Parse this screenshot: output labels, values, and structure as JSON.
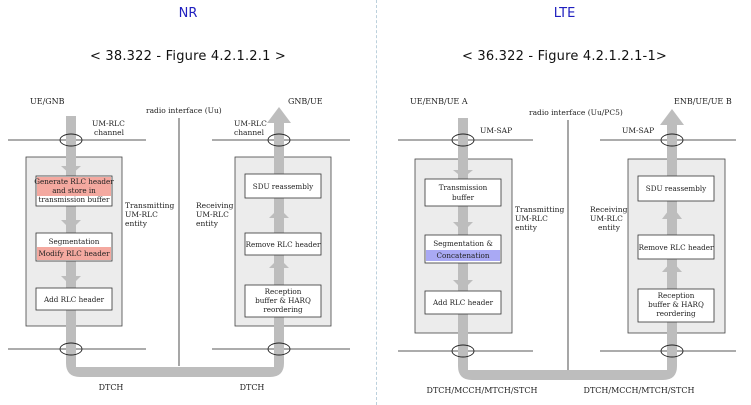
{
  "nr": {
    "heading": "NR",
    "figure_ref": "< 38.322 - Figure 4.2.1.2.1 >",
    "left_node": "UE/GNB",
    "right_node": "GNB/UE",
    "radio_interface": "radio interface (Uu)",
    "left_channel": [
      "UM-RLC",
      "channel"
    ],
    "right_channel": [
      "UM-RLC",
      "channel"
    ],
    "tx_entity": [
      "Transmitting",
      "UM-RLC",
      "entity"
    ],
    "rx_entity": [
      "Receiving",
      "UM-RLC",
      "entity"
    ],
    "tx_boxes": [
      {
        "lines": [
          "Generate RLC header",
          "and store in",
          "transmission buffer"
        ]
      },
      {
        "lines": [
          "Segmentation",
          "Modify RLC header"
        ]
      },
      {
        "lines": [
          "Add RLC header"
        ]
      }
    ],
    "rx_boxes": [
      {
        "lines": [
          "SDU reassembly"
        ]
      },
      {
        "lines": [
          "Remove RLC header"
        ]
      },
      {
        "lines": [
          "Reception",
          "buffer & HARQ",
          "reordering"
        ]
      }
    ],
    "bottom_left": "DTCH",
    "bottom_right": "DTCH"
  },
  "lte": {
    "heading": "LTE",
    "figure_ref": "< 36.322 - Figure 4.2.1.2.1-1>",
    "left_node": "UE/ENB/UE A",
    "right_node": "ENB/UE/UE B",
    "radio_interface": "radio interface (Uu/PC5)",
    "left_sap": "UM-SAP",
    "right_sap": "UM-SAP",
    "tx_entity": [
      "Transmitting",
      "UM-RLC",
      "entity"
    ],
    "rx_entity": [
      "Receiving",
      "UM-RLC",
      "entity"
    ],
    "tx_boxes": [
      {
        "lines": [
          "Transmission",
          "buffer"
        ]
      },
      {
        "lines": [
          "Segmentation &",
          "Concatenation"
        ]
      },
      {
        "lines": [
          "Add RLC header"
        ]
      }
    ],
    "rx_boxes": [
      {
        "lines": [
          "SDU reassembly"
        ]
      },
      {
        "lines": [
          "Remove RLC header"
        ]
      },
      {
        "lines": [
          "Reception",
          "buffer & HARQ",
          "reordering"
        ]
      }
    ],
    "bottom_left": "DTCH/MCCH/MTCH/STCH",
    "bottom_right": "DTCH/MCCH/MTCH/STCH"
  },
  "colors": {
    "heading": "#1f1fbf",
    "entity_fill": "#ececec",
    "arrow": "#bdbdbd",
    "highlight_red": "#f4a9a0",
    "highlight_blue": "#a9a9f4",
    "line": "#222222"
  }
}
